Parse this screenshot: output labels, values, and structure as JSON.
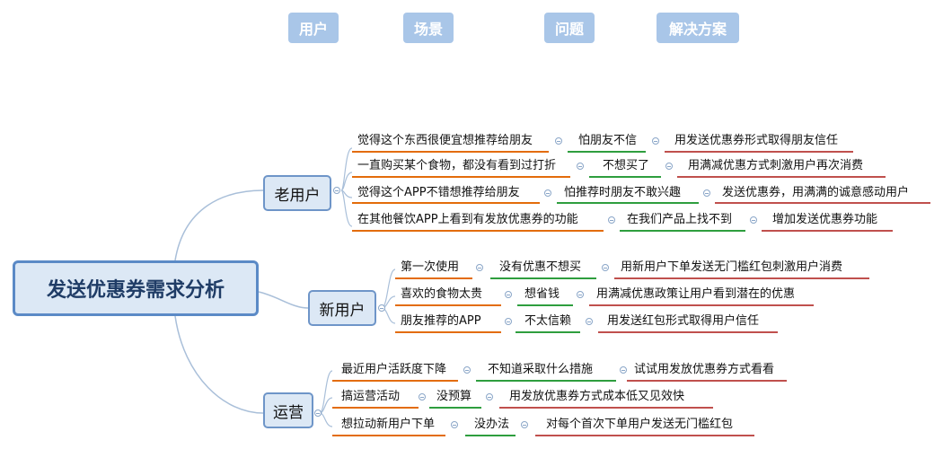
{
  "headers": {
    "user": "用户",
    "scene": "场景",
    "problem": "问题",
    "solution": "解决方案"
  },
  "root": "发送优惠券需求分析",
  "branches": {
    "old": {
      "label": "老用户",
      "rows": [
        {
          "scene": "觉得这个东西很便宜想推荐给朋友",
          "problem": "怕朋友不信",
          "solution": "用发送优惠券形式取得朋友信任"
        },
        {
          "scene": "一直购买某个食物，都没有看到过打折",
          "problem": "不想买了",
          "solution": "用满减优惠方式刺激用户再次消费"
        },
        {
          "scene": "觉得这个APP不错想推荐给朋友",
          "problem": "怕推荐时朋友不敢兴趣",
          "solution": "发送优惠券，用满满的诚意感动用户"
        },
        {
          "scene": "在其他餐饮APP上看到有发放优惠券的功能",
          "problem": "在我们产品上找不到",
          "solution": "增加发送优惠券功能"
        }
      ]
    },
    "new": {
      "label": "新用户",
      "rows": [
        {
          "scene": "第一次使用",
          "problem": "没有优惠不想买",
          "solution": "用新用户下单发送无门槛红包刺激用户消费"
        },
        {
          "scene": "喜欢的食物太贵",
          "problem": "想省钱",
          "solution": "用满减优惠政策让用户看到潜在的优惠"
        },
        {
          "scene": "朋友推荐的APP",
          "problem": "不太信赖",
          "solution": "用发送红包形式取得用户信任"
        }
      ]
    },
    "ops": {
      "label": "运营",
      "rows": [
        {
          "scene": "最近用户活跃度下降",
          "problem": "不知道采取什么措施",
          "solution": "试试用发放优惠券方式看看"
        },
        {
          "scene": "搞运营活动",
          "problem": "没预算",
          "solution": "用发放优惠券方式成本低又见效快"
        },
        {
          "scene": "想拉动新用户下单",
          "problem": "没办法",
          "solution": "对每个首次下单用户发送无门槛红包"
        }
      ]
    }
  },
  "colors": {
    "scene": "#e36c0a",
    "problem": "#2e9e3e",
    "solution": "#c0504d",
    "header": "#a9c6e8"
  }
}
